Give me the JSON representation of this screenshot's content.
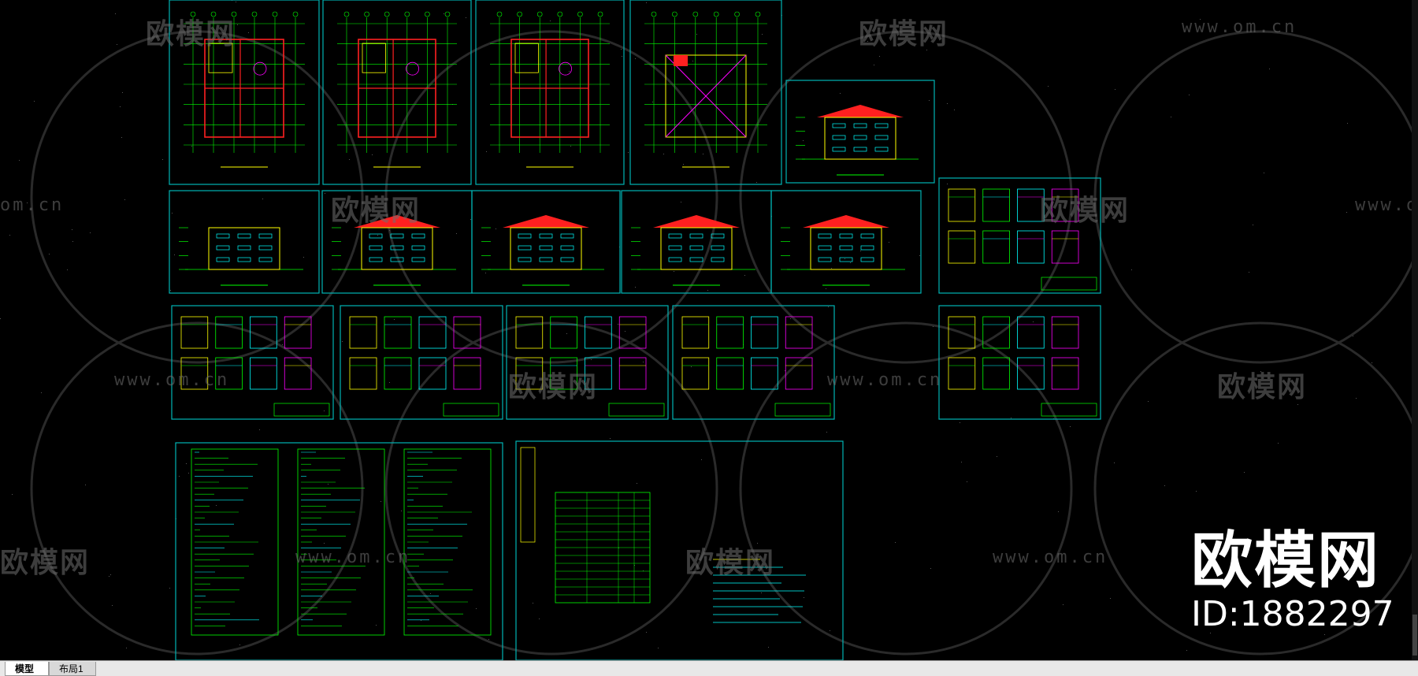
{
  "watermarks": {
    "cn": "欧模网",
    "url": "www.om.cn",
    "url_partial": "om.cn"
  },
  "branding": {
    "logo_text": "欧模网",
    "id_text": "ID:1882297"
  },
  "tabs": [
    {
      "label": "模型",
      "active": true
    },
    {
      "label": "布局1",
      "active": false
    }
  ],
  "colors": {
    "background": "#000000",
    "frame": "#00b4b4",
    "line_green": "#00ff00",
    "line_yellow": "#ffff00",
    "line_red": "#ff2020",
    "line_magenta": "#ff00ff",
    "line_cyan": "#00ffff"
  }
}
